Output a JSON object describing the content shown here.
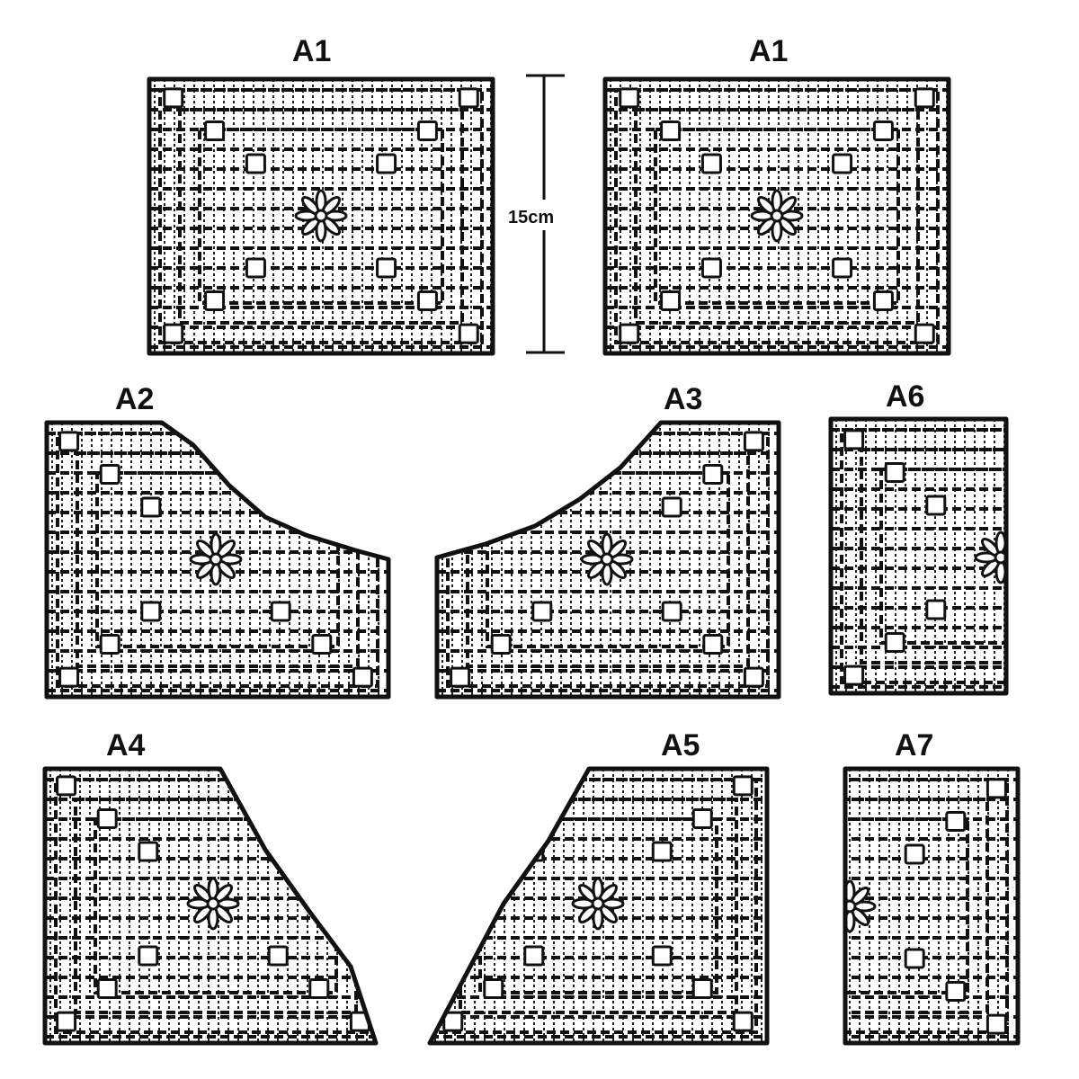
{
  "colors": {
    "ink": "#111111",
    "paper": "#ffffff"
  },
  "labels": {
    "a1_left": "A1",
    "a1_right": "A1",
    "a2": "A2",
    "a3": "A3",
    "a4": "A4",
    "a5": "A5",
    "a6": "A6",
    "a7": "A7"
  },
  "dimension": {
    "label": "15cm"
  }
}
